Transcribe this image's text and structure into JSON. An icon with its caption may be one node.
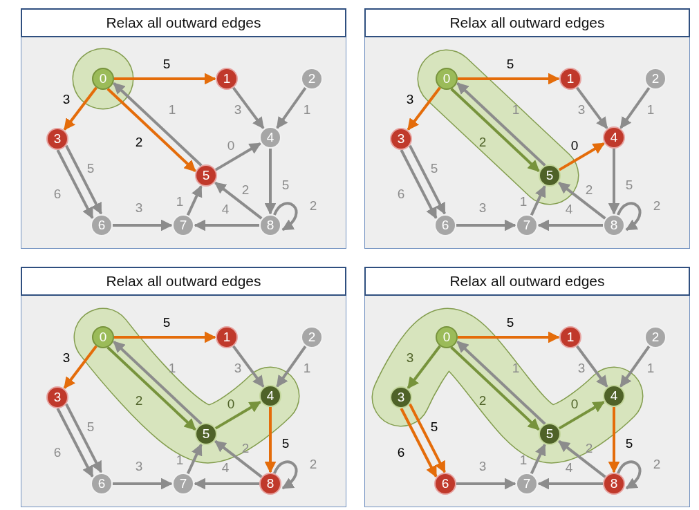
{
  "diagram": {
    "nodes": [
      {
        "text": [
          "Relax all outward edges"
        ]
      },
      {
        "text": [
          "0"
        ],
        "in": 0
      },
      {
        "text": [
          "1"
        ],
        "in": 0
      },
      {
        "text": [
          "2"
        ],
        "in": 0
      },
      {
        "text": [
          "3"
        ],
        "in": 0
      },
      {
        "text": [
          "4"
        ],
        "in": 0
      },
      {
        "text": [
          "5"
        ],
        "in": 0
      },
      {
        "text": [
          "6"
        ],
        "in": 0
      },
      {
        "text": [
          "7"
        ],
        "in": 0
      },
      {
        "text": [
          "8"
        ],
        "in": 0
      },
      {
        "text": [
          "Relax all outward edges"
        ]
      },
      {
        "text": [
          "0"
        ],
        "in": 10
      },
      {
        "text": [
          "1"
        ],
        "in": 10
      },
      {
        "text": [
          "2"
        ],
        "in": 10
      },
      {
        "text": [
          "3"
        ],
        "in": 10
      },
      {
        "text": [
          "4"
        ],
        "in": 10
      },
      {
        "text": [
          "5"
        ],
        "in": 10
      },
      {
        "text": [
          "6"
        ],
        "in": 10
      },
      {
        "text": [
          "7"
        ],
        "in": 10
      },
      {
        "text": [
          "8"
        ],
        "in": 10
      },
      {
        "text": [
          "Relax all outward edges"
        ]
      },
      {
        "text": [
          "0"
        ],
        "in": 20
      },
      {
        "text": [
          "1"
        ],
        "in": 20
      },
      {
        "text": [
          "2"
        ],
        "in": 20
      },
      {
        "text": [
          "3"
        ],
        "in": 20
      },
      {
        "text": [
          "4"
        ],
        "in": 20
      },
      {
        "text": [
          "5"
        ],
        "in": 20
      },
      {
        "text": [
          "6"
        ],
        "in": 20
      },
      {
        "text": [
          "7"
        ],
        "in": 20
      },
      {
        "text": [
          "8"
        ],
        "in": 20
      },
      {
        "text": [
          "Relax all outward edges"
        ]
      },
      {
        "text": [
          "0"
        ],
        "in": 30
      },
      {
        "text": [
          "1"
        ],
        "in": 30
      },
      {
        "text": [
          "2"
        ],
        "in": 30
      },
      {
        "text": [
          "3"
        ],
        "in": 30
      },
      {
        "text": [
          "4"
        ],
        "in": 30
      },
      {
        "text": [
          "5"
        ],
        "in": 30
      },
      {
        "text": [
          "6"
        ],
        "in": 30
      },
      {
        "text": [
          "7"
        ],
        "in": 30
      },
      {
        "text": [
          "8"
        ],
        "in": 30
      }
    ],
    "edges": [
      {
        "from": 1,
        "to": 2,
        "arrow": "to",
        "label": "5",
        "color": "#e46c0a"
      },
      {
        "from": 1,
        "to": 4,
        "arrow": "to",
        "label": "3",
        "color": "#e46c0a"
      },
      {
        "from": 1,
        "to": 6,
        "arrow": "to",
        "label": "2",
        "color": "#e46c0a"
      },
      {
        "from": 6,
        "to": 1,
        "arrow": "to",
        "label": "1"
      },
      {
        "from": 2,
        "to": 5,
        "arrow": "to",
        "label": "3"
      },
      {
        "from": 3,
        "to": 5,
        "arrow": "to",
        "label": "1"
      },
      {
        "from": 6,
        "to": 5,
        "arrow": "to",
        "label": "0"
      },
      {
        "from": 5,
        "to": 9,
        "arrow": "to",
        "label": "5"
      },
      {
        "from": 4,
        "to": 7,
        "arrow": "to",
        "label": "6"
      },
      {
        "from": 4,
        "to": 7,
        "arrow": "to",
        "label": "5"
      },
      {
        "from": 7,
        "to": 8,
        "arrow": "to",
        "label": "3"
      },
      {
        "from": 8,
        "to": 6,
        "arrow": "to",
        "label": "1"
      },
      {
        "from": 9,
        "to": 8,
        "arrow": "to",
        "label": "4"
      },
      {
        "from": 9,
        "to": 6,
        "arrow": "to",
        "label": "2"
      },
      {
        "from": 9,
        "to": 9,
        "arrow": "to",
        "label": "2"
      },
      {
        "from": 11,
        "to": 12,
        "arrow": "to",
        "label": "5",
        "color": "#e46c0a"
      },
      {
        "from": 11,
        "to": 14,
        "arrow": "to",
        "label": "3",
        "color": "#e46c0a"
      },
      {
        "from": 11,
        "to": 16,
        "arrow": "to",
        "label": "2",
        "color": "#77933c"
      },
      {
        "from": 16,
        "to": 11,
        "arrow": "to",
        "label": "1"
      },
      {
        "from": 12,
        "to": 15,
        "arrow": "to",
        "label": "3"
      },
      {
        "from": 13,
        "to": 15,
        "arrow": "to",
        "label": "1"
      },
      {
        "from": 16,
        "to": 15,
        "arrow": "to",
        "label": "0",
        "color": "#e46c0a"
      },
      {
        "from": 15,
        "to": 19,
        "arrow": "to",
        "label": "5"
      },
      {
        "from": 14,
        "to": 17,
        "arrow": "to",
        "label": "6"
      },
      {
        "from": 14,
        "to": 17,
        "arrow": "to",
        "label": "5"
      },
      {
        "from": 17,
        "to": 18,
        "arrow": "to",
        "label": "3"
      },
      {
        "from": 18,
        "to": 16,
        "arrow": "to",
        "label": "1"
      },
      {
        "from": 19,
        "to": 18,
        "arrow": "to",
        "label": "4"
      },
      {
        "from": 19,
        "to": 16,
        "arrow": "to",
        "label": "2"
      },
      {
        "from": 19,
        "to": 19,
        "arrow": "to",
        "label": "2"
      },
      {
        "from": 21,
        "to": 22,
        "arrow": "to",
        "label": "5",
        "color": "#e46c0a"
      },
      {
        "from": 21,
        "to": 24,
        "arrow": "to",
        "label": "3",
        "color": "#e46c0a"
      },
      {
        "from": 21,
        "to": 26,
        "arrow": "to",
        "label": "2",
        "color": "#77933c"
      },
      {
        "from": 26,
        "to": 21,
        "arrow": "to",
        "label": "1"
      },
      {
        "from": 22,
        "to": 25,
        "arrow": "to",
        "label": "3"
      },
      {
        "from": 23,
        "to": 25,
        "arrow": "to",
        "label": "1"
      },
      {
        "from": 26,
        "to": 25,
        "arrow": "to",
        "label": "0",
        "color": "#77933c"
      },
      {
        "from": 25,
        "to": 29,
        "arrow": "to",
        "label": "5",
        "color": "#e46c0a"
      },
      {
        "from": 24,
        "to": 27,
        "arrow": "to",
        "label": "6"
      },
      {
        "from": 24,
        "to": 27,
        "arrow": "to",
        "label": "5"
      },
      {
        "from": 27,
        "to": 28,
        "arrow": "to",
        "label": "3"
      },
      {
        "from": 28,
        "to": 26,
        "arrow": "to",
        "label": "1"
      },
      {
        "from": 29,
        "to": 28,
        "arrow": "to",
        "label": "4"
      },
      {
        "from": 29,
        "to": 26,
        "arrow": "to",
        "label": "2"
      },
      {
        "from": 29,
        "to": 29,
        "arrow": "to",
        "label": "2"
      },
      {
        "from": 31,
        "to": 32,
        "arrow": "to",
        "label": "5",
        "color": "#e46c0a"
      },
      {
        "from": 31,
        "to": 34,
        "arrow": "to",
        "label": "3",
        "color": "#77933c"
      },
      {
        "from": 31,
        "to": 36,
        "arrow": "to",
        "label": "2",
        "color": "#77933c"
      },
      {
        "from": 36,
        "to": 31,
        "arrow": "to",
        "label": "1"
      },
      {
        "from": 32,
        "to": 35,
        "arrow": "to",
        "label": "3"
      },
      {
        "from": 33,
        "to": 35,
        "arrow": "to",
        "label": "1"
      },
      {
        "from": 36,
        "to": 35,
        "arrow": "to",
        "label": "0",
        "color": "#77933c"
      },
      {
        "from": 35,
        "to": 39,
        "arrow": "to",
        "label": "5",
        "color": "#e46c0a"
      },
      {
        "from": 34,
        "to": 37,
        "arrow": "to",
        "label": "6",
        "color": "#e46c0a"
      },
      {
        "from": 34,
        "to": 37,
        "arrow": "to",
        "label": "5",
        "color": "#e46c0a"
      },
      {
        "from": 37,
        "to": 38,
        "arrow": "to",
        "label": "3"
      },
      {
        "from": 38,
        "to": 36,
        "arrow": "to",
        "label": "1"
      },
      {
        "from": 39,
        "to": 38,
        "arrow": "to",
        "label": "4"
      },
      {
        "from": 39,
        "to": 36,
        "arrow": "to",
        "label": "2"
      },
      {
        "from": 39,
        "to": 39,
        "arrow": "to",
        "label": "2"
      }
    ]
  }
}
